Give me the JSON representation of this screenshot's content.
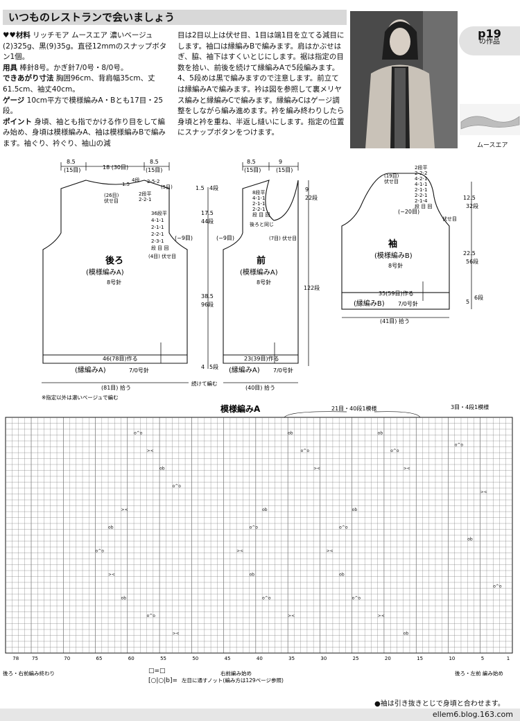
{
  "title": "いつものレストランで会いましょう",
  "page_badge": {
    "page": "p19",
    "label": "の作品"
  },
  "yarn_label": "ムースエア",
  "col1": {
    "materials_head": "♥♥材料",
    "materials": "リッチモア ムースエア 濃いベージュ(2)325g、黒(9)35g。直径12mmのスナップボタン1個。",
    "tools_head": "用具",
    "tools": "棒針8号。かぎ針7/0号・8/0号。",
    "size_head": "できあがり寸法",
    "size": "胸囲96cm、背肩幅35cm、丈61.5cm、袖丈40cm。",
    "gauge_head": "ゲージ",
    "gauge": "10cm平方で模様編みA・Bとも17目・25段。",
    "point_head": "ポイント",
    "point": "身頃、袖とも指でかける作り目をして編み始め、身頃は模様編みA、袖は模様編みBで編みます。袖ぐり、衿ぐり、袖山の減"
  },
  "col2": "目は2目以上は伏せ目、1目は端1目を立てる減目にします。袖口は縁編みBで編みます。肩はかぶせはぎ、脇、袖下はすくいとじにします。裾は指定の目数を拾い、前後を続けて縁編みAで5段編みます。4、5段めは黒で編みますので注意します。前立ては縁編みAで編みます。衿は図を参照して裏メリヤス編みと縁編みCで編みます。縁編みCはゲージ調整をしながら編み進めます。衿を編み終わりしたら身頃と衿を重ね、半返し縫いにします。指定の位置にスナップボタンをつけます。",
  "back": {
    "title": "後ろ",
    "pattern": "(模様編みA)",
    "needle": "8号針",
    "top_dims": [
      "8.5",
      "(15目)",
      "18 (30目)",
      "8.5",
      "(15目)"
    ],
    "shoulder": [
      "1.5",
      "4段",
      "2-5-2",
      "2段平",
      "2-2-1",
      "(5目)"
    ],
    "neck_bind": "(26目)",
    "neck_bind2": "伏せ目",
    "armhole": [
      "36段平",
      "4-1-1",
      "2-1-1",
      "2-2-1",
      "2-3-1",
      "段 目 回"
    ],
    "armhole_bind": "(4目) 伏せ目",
    "minus": "(−9目)",
    "ribbing_cast": "46(78目)作る",
    "edge_a": "(縁編みA)",
    "edge_needle": "7/0号針",
    "pickup": "(81目) 拾う",
    "note": "※指定以外は濃いベージュで編む",
    "continue": "続けて編む"
  },
  "front": {
    "title": "前",
    "pattern": "(模様編みA)",
    "needle": "8号針",
    "top_dims": [
      "8.5",
      "(15目)",
      "9",
      "(15目)"
    ],
    "neck": [
      "8段平",
      "4-1-1",
      "2-1-1",
      "2-2-1",
      "段 目 回"
    ],
    "neck_note": "後ろと同じ",
    "bind7": "(7目) 伏せ目",
    "minus": "(−9目)",
    "ribbing_cast": "23(39目)作る",
    "edge_a": "(縁編みA)",
    "edge_needle": "7/0号針",
    "pickup": "(40目) 拾う"
  },
  "dims": {
    "d1": "1.5",
    "d2": "4段",
    "d3": "17.5",
    "d4": "44段",
    "d5": "38.5",
    "d6": "96段",
    "d7": "4",
    "d8": "5段",
    "d9": "9",
    "d10": "22段",
    "d11": "122段"
  },
  "sleeve": {
    "title": "袖",
    "pattern": "(模様編みB)",
    "needle": "8号針",
    "cap": [
      "2段平",
      "2-2-2",
      "4-2-1",
      "4-1-1",
      "2-1-1",
      "2-2-1",
      "2-1-4",
      "段 目 回"
    ],
    "cap_bind": "(19目)",
    "cap_bind2": "伏せ目",
    "minus": "(−20目)",
    "side_bind": "伏せ目",
    "cast": "35(59目)作る",
    "edge_b": "(縁編みB)",
    "edge_needle": "7/0号針",
    "pickup": "(41目) 拾う",
    "r1": "12.5",
    "r2": "32段",
    "r3": "22.5",
    "r4": "56段",
    "r5": "5",
    "r6": "6段"
  },
  "chart": {
    "title": "模様編みA",
    "repeat1": "21目・40段1模様",
    "repeat2": "3目・4段1模様",
    "col_numbers": [
      "78",
      "75",
      "70",
      "65",
      "60",
      "55",
      "50",
      "45",
      "40",
      "35",
      "30",
      "25",
      "20",
      "15",
      "10",
      "5",
      "1"
    ],
    "label_left": "後ろ・右前編み終わり",
    "label_mid": "右前編み始め",
    "label_right": "後ろ・左前 編み始め",
    "legend1": "□=□",
    "legend2": "左目に通すノット(編み方は129ページ参照)",
    "legend2_sym": "[○|○|b]="
  },
  "footer_note": "●袖は引き抜きとじで身頃と合わせます。",
  "blog": "ellem6.blog.163.com"
}
